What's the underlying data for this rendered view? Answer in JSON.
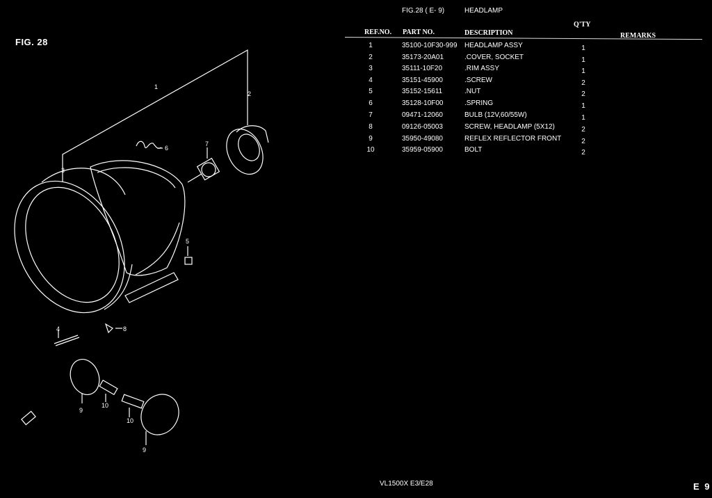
{
  "figure_label": "FIG. 28",
  "header": {
    "fig_ref": "FIG.28 ( E- 9)",
    "title": "HEADLAMP"
  },
  "columns": {
    "ref": "REF.NO.",
    "part": "PART NO.",
    "desc": "DESCRIPTION",
    "qty": "Q'TY",
    "remarks": "REMARKS"
  },
  "rows": [
    {
      "ref": "1",
      "part": "35100-10F30-999",
      "desc": "HEADLAMP ASSY",
      "qty": "1"
    },
    {
      "ref": "2",
      "part": "35173-20A01",
      "desc": ".COVER, SOCKET",
      "qty": "1"
    },
    {
      "ref": "3",
      "part": "35111-10F20",
      "desc": ".RIM ASSY",
      "qty": "1"
    },
    {
      "ref": "4",
      "part": "35151-45900",
      "desc": ".SCREW",
      "qty": "2"
    },
    {
      "ref": "5",
      "part": "35152-15611",
      "desc": ".NUT",
      "qty": "2"
    },
    {
      "ref": "6",
      "part": "35128-10F00",
      "desc": ".SPRING",
      "qty": "1"
    },
    {
      "ref": "7",
      "part": "09471-12060",
      "desc": "BULB (12V,60/55W)",
      "qty": "1"
    },
    {
      "ref": "8",
      "part": "09126-05003",
      "desc": "SCREW, HEADLAMP (5X12)",
      "qty": "2"
    },
    {
      "ref": "9",
      "part": "35950-49080",
      "desc": "REFLEX REFLECTOR FRONT",
      "qty": "2"
    },
    {
      "ref": "10",
      "part": "35959-05900",
      "desc": "BOLT",
      "qty": "2"
    }
  ],
  "diagram": {
    "callouts": [
      "1",
      "2",
      "3",
      "4",
      "5",
      "6",
      "7",
      "8",
      "9",
      "10",
      "10",
      "9"
    ]
  },
  "footer": {
    "model": "VL1500X E3/E28",
    "page": "E 9"
  }
}
